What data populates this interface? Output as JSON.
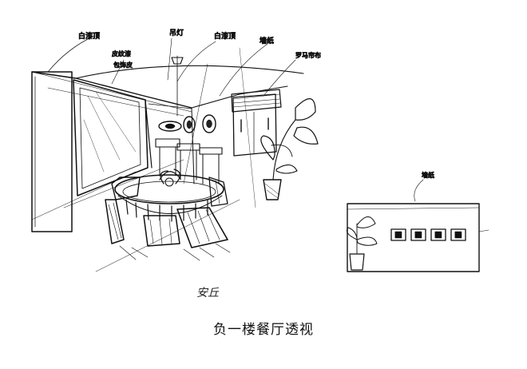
{
  "caption": "负一楼餐厅透视",
  "signature": "安丘",
  "labels": {
    "ceiling_left": "白漆顶",
    "wall_material_1": "皮纹漆",
    "wall_material_2": "包饰皮",
    "lamp": "吊灯",
    "ceiling_mid": "白漆顶",
    "wall_right": "墙纸",
    "curtain": "罗马帘布",
    "elevation_wall": "墙纸"
  }
}
